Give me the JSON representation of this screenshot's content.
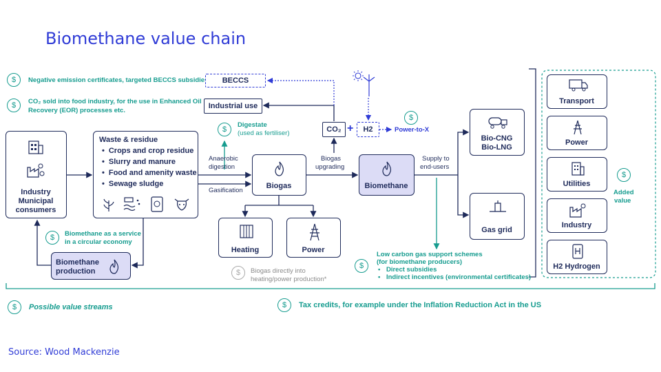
{
  "title": "Biomethane value chain",
  "source": "Source: Wood Mackenzie",
  "colors": {
    "accent": "#2f3bd6",
    "navy": "#1e2a5a",
    "teal": "#169c8f",
    "highlight": "#dcdcf6"
  },
  "top_streams": {
    "negative_emission": "Negative emission certificates, targeted BECCS subsidies",
    "co2_food_line1": "CO₂ sold into food industry, for the use in Enhanced Oil",
    "co2_food_line2": "Recovery (EOR) processes etc."
  },
  "nodes": {
    "beccs": "BECCS",
    "industrial_use": "Industrial use",
    "industry_line1": "Industry",
    "industry_line2": "Municipal",
    "industry_line3": "consumers",
    "waste_title": "Waste & residue",
    "waste_items": [
      "Crops and crop residue",
      "Slurry and manure",
      "Food and amenity waste",
      "Sewage sludge"
    ],
    "biomethane_production_line1": "Biomethane",
    "biomethane_production_line2": "production",
    "biogas": "Biogas",
    "heating": "Heating",
    "power": "Power",
    "co2": "CO₂",
    "h2": "H2",
    "biomethane": "Biomethane",
    "bio_cng_line1": "Bio-CNG",
    "bio_cng_line2": "Bio-LNG",
    "gas_grid": "Gas grid"
  },
  "end_uses": [
    "Transport",
    "Power",
    "Utilities",
    "Industry",
    "H2 Hydrogen"
  ],
  "labels": {
    "digestate_line1": "Digestate",
    "digestate_line2": "(used as fertiliser)",
    "anaerobic_line1": "Anaerobic",
    "anaerobic_line2": "digestion",
    "gasification": "Gasification",
    "biogas_upgrading_line1": "Biogas",
    "biogas_upgrading_line2": "upgrading",
    "power_to_x": "Power-to-X",
    "supply_line1": "Supply to",
    "supply_line2": "end-users",
    "biomethane_service_line1": "Biomethane as a service",
    "biomethane_service_line2": "in a circular economy",
    "biogas_direct_line1": "Biogas directly into",
    "biogas_direct_line2": "heating/power production*",
    "low_carbon_line1": "Low carbon gas support schemes",
    "low_carbon_line2": "(for biomethane producers)",
    "low_carbon_items": [
      "Direct subsidies",
      "Indirect incentives (environmental certificates)"
    ],
    "added_value_line1": "Added",
    "added_value_line2": "value",
    "possible_value_streams": "Possible value streams",
    "tax_credits": "Tax credits, for example under the Inflation Reduction Act in the US",
    "plus": "+",
    "dollar": "$"
  }
}
